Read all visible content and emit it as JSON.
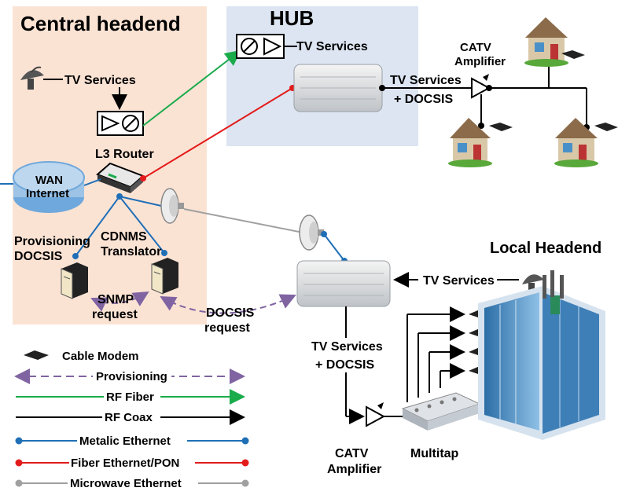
{
  "titles": {
    "central_headend": "Central headend",
    "hub": "HUB",
    "local_headend": "Local Headend"
  },
  "labels": {
    "tv_services_hub": "TV Services",
    "tv_services_central": "TV Services",
    "tv_services_docsis_hub_line1": "TV Services",
    "tv_services_docsis_hub_line2": "+ DOCSIS",
    "catv_amplifier_top_line1": "CATV",
    "catv_amplifier_top_line2": "Amplifier",
    "l3_router": "L3 Router",
    "wan_line1": "WAN",
    "wan_line2": "Internet",
    "provisioning_line1": "Provisioning",
    "provisioning_line2": "DOCSIS",
    "cdnms_line1": "CDNMS",
    "cdnms_line2": "Translator",
    "snmp_line1": "SNMP",
    "snmp_line2": "request",
    "docsis_req_line1": "DOCSIS",
    "docsis_req_line2": "request",
    "tv_services_local": "TV Services",
    "tv_services_docsis_local_line1": "TV Services",
    "tv_services_docsis_local_line2": "+ DOCSIS",
    "catv_amplifier_bottom_line1": "CATV",
    "catv_amplifier_bottom_line2": "Amplifier",
    "multitap": "Multitap"
  },
  "legend": {
    "cable_modem": "Cable Modem",
    "provisioning": "Provisioning",
    "rf_fiber": "RF Fiber",
    "rf_coax": "RF Coax",
    "metalic_ethernet": "Metalic Ethernet",
    "fiber_ethernet_pon": "Fiber Ethernet/PON",
    "microwave_ethernet": "Microwave Ethernet"
  },
  "colors": {
    "central_bg": "#fbe3d4",
    "hub_bg": "#dce5f1",
    "rf_fiber": "#1aab4b",
    "rf_coax": "#000000",
    "metalic_ethernet": "#1f6fb7",
    "fiber_ethernet": "#e31b1b",
    "microwave": "#a0a0a0",
    "provisioning": "#8064a2",
    "wan_fill": "#9dc3e6"
  },
  "icons": [
    "satellite-dish-icon",
    "transmitter-icon",
    "router-icon",
    "server-icon",
    "optical-node-icon",
    "microwave-antenna-icon",
    "amplifier-icon",
    "house-icon",
    "cable-modem-icon",
    "building-icon",
    "multitap-icon"
  ]
}
